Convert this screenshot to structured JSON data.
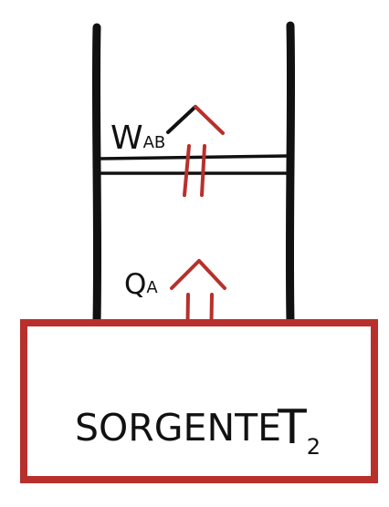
{
  "labels": {
    "work": "W",
    "work_subscript": "AB",
    "heat": "Q",
    "heat_subscript": "A",
    "source": "SORGENTE",
    "temperature": "T",
    "temperature_subscript": "2"
  },
  "colors": {
    "ink": "#111111",
    "accent": "#b8302c",
    "background": "#ffffff"
  }
}
